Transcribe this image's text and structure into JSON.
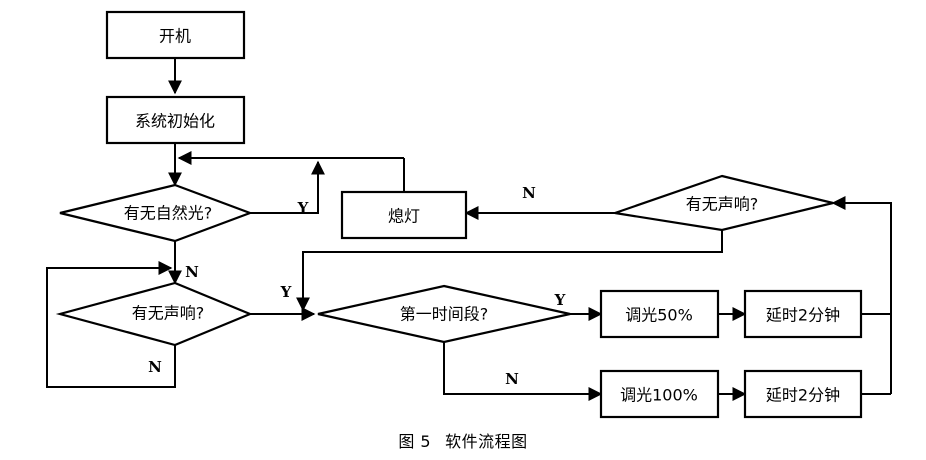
{
  "figure": {
    "caption_number": "图 5",
    "caption_title": "软件流程图"
  },
  "diagram": {
    "type": "flowchart",
    "nodes": [
      {
        "id": "start",
        "shape": "process",
        "label": "开机"
      },
      {
        "id": "init",
        "shape": "process",
        "label": "系统初始化"
      },
      {
        "id": "daylight",
        "shape": "decision",
        "label": "有无自然光?"
      },
      {
        "id": "sound_left",
        "shape": "decision",
        "label": "有无声响?"
      },
      {
        "id": "lights_off",
        "shape": "process",
        "label": "熄灯"
      },
      {
        "id": "sound_right",
        "shape": "decision",
        "label": "有无声响?"
      },
      {
        "id": "period",
        "shape": "decision",
        "label": "第一时间段?"
      },
      {
        "id": "dim50",
        "shape": "process",
        "label": "调光50%"
      },
      {
        "id": "delay1",
        "shape": "process",
        "label": "延时2分钟"
      },
      {
        "id": "dim100",
        "shape": "process",
        "label": "调光100%"
      },
      {
        "id": "delay2",
        "shape": "process",
        "label": "延时2分钟"
      }
    ],
    "edge_labels": {
      "daylight_yes": "Y",
      "daylight_no": "N",
      "sound_left_yes": "Y",
      "sound_left_no": "N",
      "sound_right_no": "N",
      "period_yes": "Y",
      "period_no": "N"
    }
  }
}
